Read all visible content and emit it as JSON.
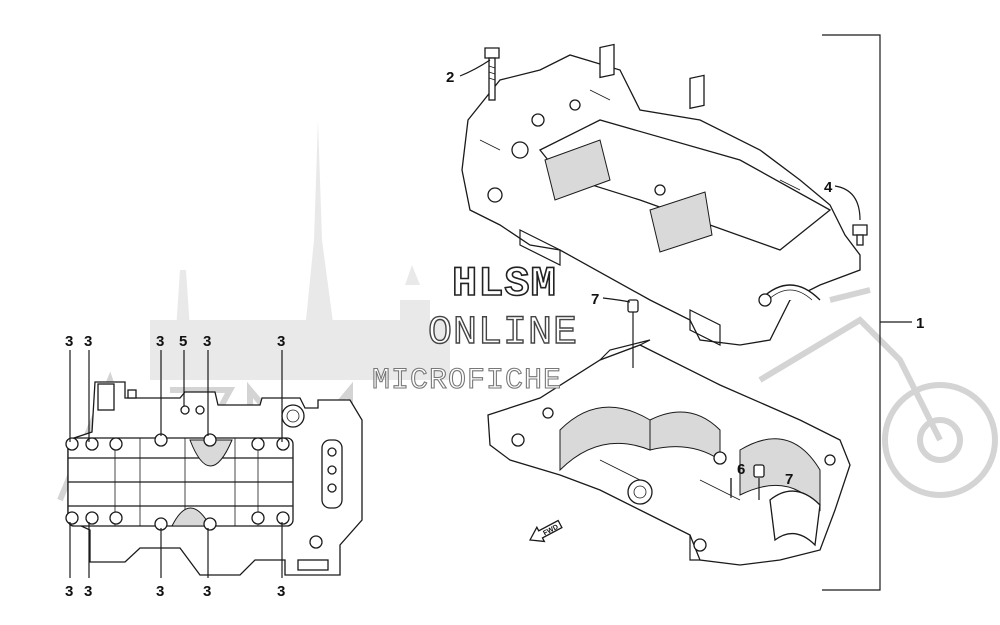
{
  "watermark": {
    "line1": "HLSM",
    "line2": "ONLINE",
    "line3": "MICROFICHE"
  },
  "direction_arrow_label": "FWD",
  "callouts": {
    "part1": "1",
    "part2": "2",
    "part4": "4",
    "part5": "5",
    "part6": "6",
    "part7_upper": "7",
    "part7_lower": "7",
    "part3_top": [
      "3",
      "3",
      "3",
      "3",
      "3"
    ],
    "part3_bottom": [
      "3",
      "3",
      "3",
      "3",
      "3"
    ]
  }
}
